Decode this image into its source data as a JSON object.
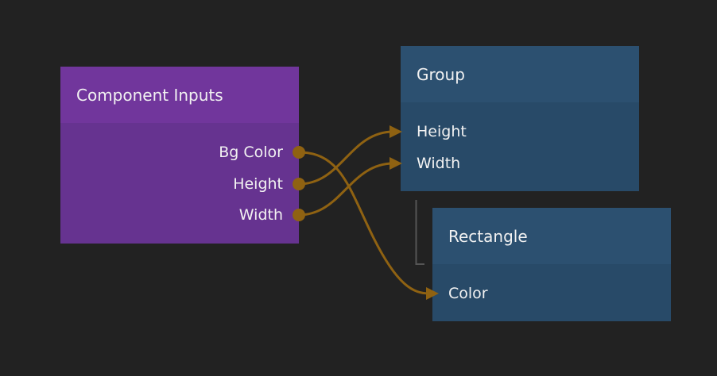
{
  "colors": {
    "background": "#222222",
    "component_inputs_header": "#71369c",
    "component_inputs_body": "#663390",
    "node_header": "#2c5070",
    "node_body": "#284a68",
    "wire": "#8f6212"
  },
  "nodes": {
    "component_inputs": {
      "title": "Component Inputs",
      "ports": [
        "Bg Color",
        "Height",
        "Width"
      ]
    },
    "group": {
      "title": "Group",
      "ports": [
        "Height",
        "Width"
      ]
    },
    "rectangle": {
      "title": "Rectangle",
      "ports": [
        "Color"
      ]
    }
  },
  "connections": [
    {
      "from": "Component Inputs.Bg Color",
      "to": "Rectangle.Color"
    },
    {
      "from": "Component Inputs.Height",
      "to": "Group.Height"
    },
    {
      "from": "Component Inputs.Width",
      "to": "Group.Width"
    }
  ]
}
